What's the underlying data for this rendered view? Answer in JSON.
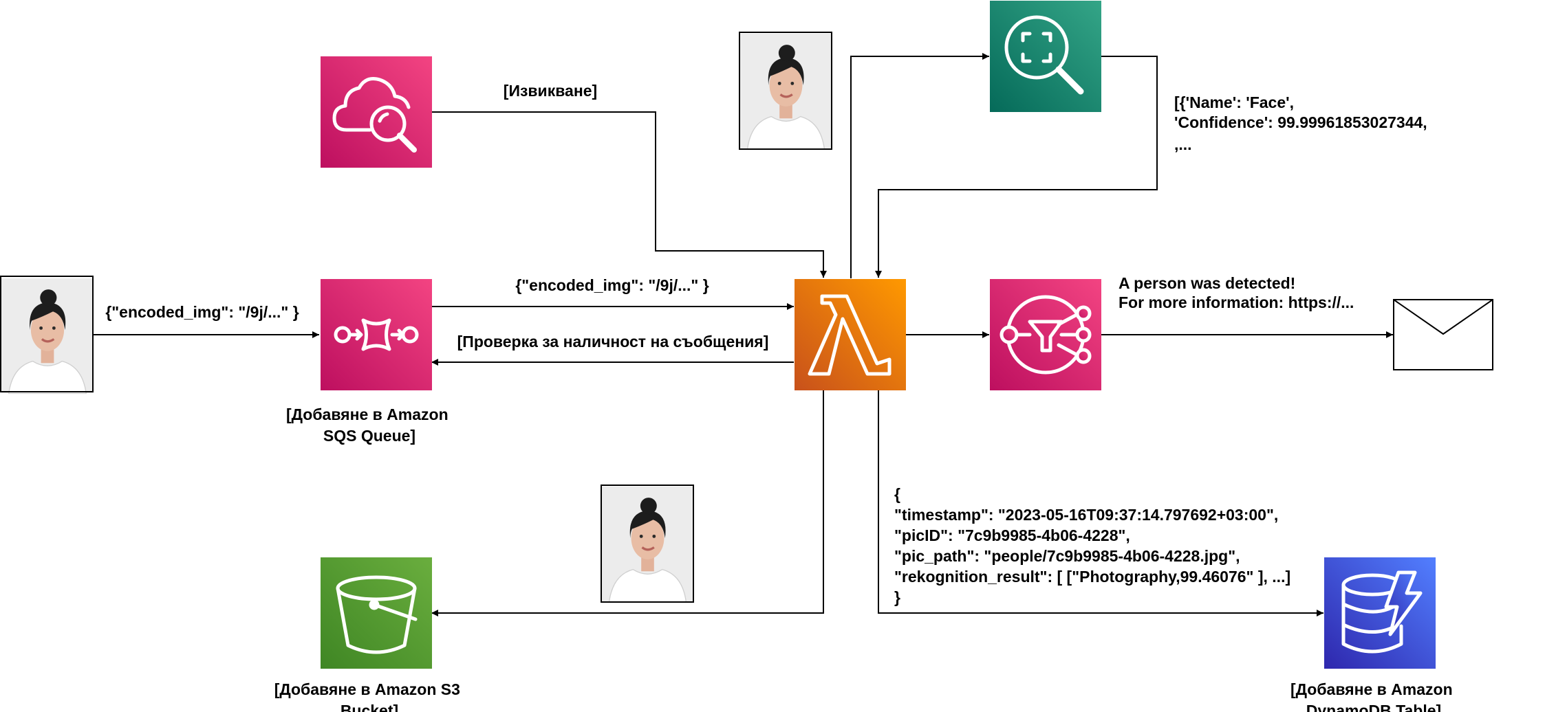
{
  "labels": {
    "invoke": "[Извикване]",
    "encoded_left": "{\"encoded_img\": \"/9j/...\" }",
    "encoded_mid": "{\"encoded_img\": \"/9j/...\" }",
    "poll": "[Проверка за наличност на съобщения]",
    "sqs_caption": [
      "[Добавяне в Amazon",
      "SQS Queue]"
    ],
    "s3_caption": [
      "[Добавяне в Amazon S3",
      "Bucket]"
    ],
    "dynamo_caption": [
      "[Добавяне в Amazon",
      "DynamoDB Table]"
    ],
    "rekognition_result": [
      "[{'Name': 'Face',",
      "'Confidence': 99.99961853027344,",
      ",..."
    ],
    "notification": [
      "A person was detected!",
      "For more information: https://..."
    ],
    "record": [
      "{",
      "\"timestamp\": \"2023-05-16T09:37:14.797692+03:00\",",
      "\"picID\": \"7c9b9985-4b06-4228\",",
      "\"pic_path\": \"people/7c9b9985-4b06-4228.jpg\",",
      "\"rekognition_result\": [ [\"Photography,99.46076\" ], ...]",
      "}"
    ]
  },
  "colors": {
    "cloudwatch": [
      "#bd0f5f",
      "#f34482"
    ],
    "sqs": [
      "#bd0f5f",
      "#f34482"
    ],
    "sns": [
      "#bd0f5f",
      "#f34482"
    ],
    "lambda": [
      "#c8511b",
      "#ff9900"
    ],
    "rekognition": [
      "#056a59",
      "#34a587"
    ],
    "s3": [
      "#3f8624",
      "#6aae3e"
    ],
    "dynamodb": [
      "#2e27ad",
      "#527fff"
    ],
    "line": "#000000"
  },
  "icons": [
    "cloudwatch-icon",
    "sqs-icon",
    "lambda-icon",
    "rekognition-icon",
    "sns-icon",
    "s3-icon",
    "dynamodb-icon",
    "email-icon",
    "person-photo"
  ]
}
